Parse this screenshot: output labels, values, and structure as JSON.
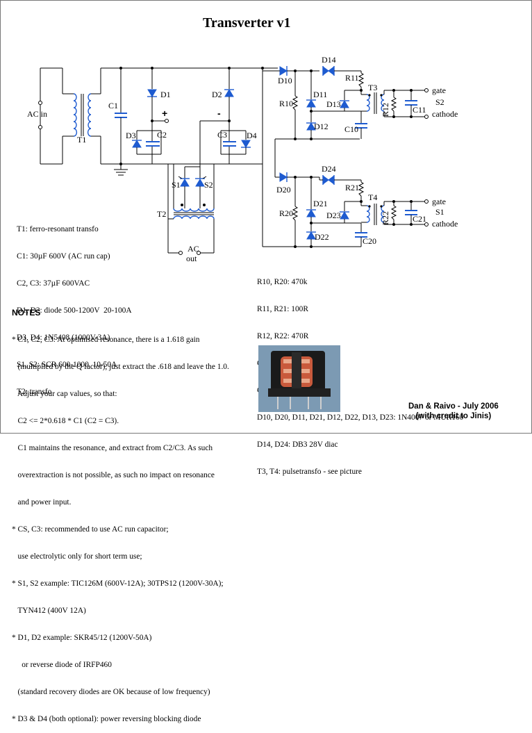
{
  "title": "Transverter v1",
  "labels": {
    "ac_in": "AC in",
    "t1": "T1",
    "c1": "C1",
    "d1": "D1",
    "d2": "D2",
    "d3": "D3",
    "d4": "D4",
    "c2": "C2",
    "c3": "C3",
    "plus": "+",
    "minus": "-",
    "s1": "S1",
    "s2": "S2",
    "t2": "T2",
    "ac": "AC",
    "out": "out",
    "d10": "D10",
    "d11": "D11",
    "d12": "D12",
    "d13": "D13",
    "d14": "D14",
    "r10": "R10",
    "r11": "R11",
    "r12": "R12",
    "c10": "C10",
    "c11": "C11",
    "t3": "T3",
    "gate_top": "gate",
    "s2_out": "S2",
    "cathode_top": "cathode",
    "d20": "D20",
    "d21": "D21",
    "d22": "D22",
    "d23": "D23",
    "d24": "D24",
    "r20": "R20",
    "r21": "R21",
    "r22": "R22",
    "c20": "C20",
    "c21": "C21",
    "t4": "T4",
    "gate_bot": "gate",
    "s1_out": "S1",
    "cathode_bot": "cathode"
  },
  "legend": [
    "T1: ferro-resonant transfo",
    "C1: 30µF 600V (AC run cap)",
    "C2, C3: 37µF 600VAC",
    "D1, D2: diode 500-1200V  20-100A",
    "D3, D4: 1N5408 (1000V-3A)",
    "S1, S2: SCR 600-1000  10-50A",
    "T2: transfo"
  ],
  "notes_title": "NOTES",
  "notes": [
    "* C1, C2, C3: At optimised resonance, there is a 1.618 gain",
    "   (multiplied by the Q factor), just extract the .618 and leave the 1.0.",
    "   Adjust your cap values, so that:",
    "   C2 <= 2*0.618 * C1 (C2 = C3).",
    "   C1 maintains the resonance, and extract from C2/C3. As such",
    "   overextraction is not possible, as such no impact on resonance",
    "   and power input.",
    "* CS, C3: recommended to use AC run capacitor;",
    "   use electrolytic only for short term use;",
    "* S1, S2 example: TIC126M (600V-12A); 30TPS12 (1200V-30A);",
    "   TYN412 (400V 12A)",
    "* D1, D2 example: SKR45/12 (1200V-50A)",
    "     or reverse diode of IRFP460",
    "   (standard recovery diodes are OK because of low frequency)",
    "* D3 & D4 (both optional): power reversing blocking diode"
  ],
  "values": [
    "R10, R20: 470k",
    "R11, R21: 100R",
    "R12, R22: 470R",
    "C10, C20: 10nF 500V",
    "C11, C21: 100nF",
    "D10, D20, D11, D21, D12, D22, D13, D23: 1N4007 or MUR160",
    "D14, D24: DB3 28V diac",
    "T3, T4: pulsetransfo - see picture"
  ],
  "credit": [
    "Dan & Raivo - July 2006",
    "(with credit to Jinis)"
  ],
  "colors": {
    "component": "#1e5bd0",
    "wire": "#000000",
    "frame": "#777777"
  },
  "photo_icon": "pulse-transformer-photo"
}
